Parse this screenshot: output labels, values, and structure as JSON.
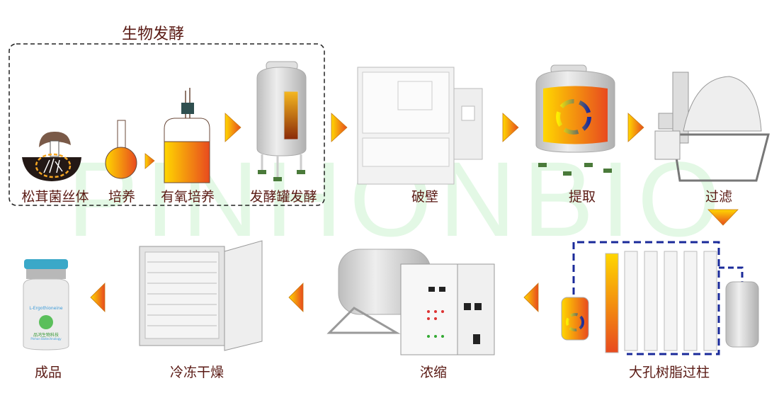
{
  "group": {
    "title": "生物发酵"
  },
  "watermark": "PINHONBIO",
  "steps": [
    {
      "label": "松茸菌丝体"
    },
    {
      "label": "培养"
    },
    {
      "label": "有氧培养"
    },
    {
      "label": "发酵罐发酵"
    },
    {
      "label": "破壁"
    },
    {
      "label": "提取"
    },
    {
      "label": "过滤"
    },
    {
      "label": "大孔树脂过柱"
    },
    {
      "label": "浓缩"
    },
    {
      "label": "冷冻干燥"
    },
    {
      "label": "成品"
    }
  ],
  "product": {
    "vial_label": "L-Ergothioneine",
    "brand": "品鸿生物科技",
    "brand_en": "Pinhon Biotechnology"
  },
  "colors": {
    "label": "#5a1a14",
    "gradient_start": "#ffd700",
    "gradient_end": "#e84a1f",
    "watermark": "#2ecc40",
    "column_dash": "#1a2a9a"
  }
}
